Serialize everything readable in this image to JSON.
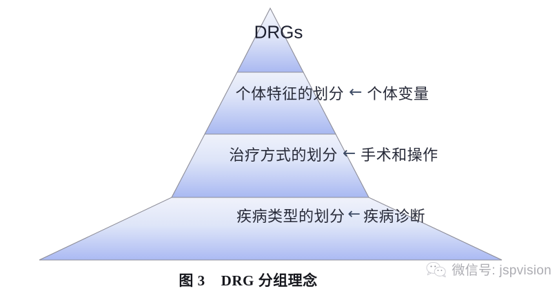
{
  "figure": {
    "caption": "图 3    DRG 分组理念",
    "diagram_type": "pyramid",
    "tier_count": 4
  },
  "pyramid": {
    "tiers": [
      {
        "id": "tier-1",
        "label": "DRGs",
        "arrow": "",
        "source": "",
        "level": 1
      },
      {
        "id": "tier-2",
        "label": "个体特征的划分",
        "arrow": "←",
        "source": "个体变量",
        "level": 2
      },
      {
        "id": "tier-3",
        "label": "治疗方式的划分",
        "arrow": "←",
        "source": "手术和操作",
        "level": 3
      },
      {
        "id": "tier-4",
        "label": "疾病类型的划分",
        "arrow": "←",
        "source": "疾病诊断",
        "level": 4
      }
    ]
  },
  "watermark": {
    "icon": "wechat-logo-icon",
    "text": "微信号: jspvision"
  },
  "colors": {
    "background": "#ffffff",
    "tier_fill_light": "#f2f4fb",
    "tier_fill_blue": "#a9baf2",
    "tier_edge": "#8c8c96",
    "text": "#272a38",
    "caption_text": "#15161c",
    "watermark_text": "#8d8d95"
  }
}
